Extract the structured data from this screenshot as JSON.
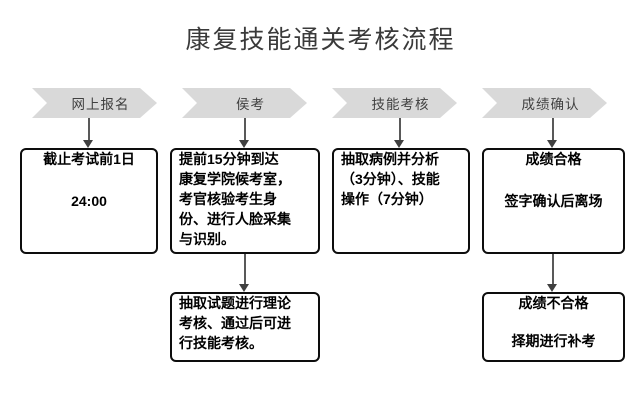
{
  "page": {
    "title": "康复技能通关考核流程",
    "background": "#ffffff"
  },
  "colors": {
    "banner_fill": "#d9d9d9",
    "banner_text": "#404040",
    "box_border": "#0d0d0d",
    "box_fill": "#ffffff",
    "box_text": "#000000",
    "arrow": "#404040",
    "title_text": "#3a3a3a"
  },
  "flow": {
    "stages": [
      {
        "id": "stage-1",
        "banner": "网上报名",
        "primary_box": {
          "lines": [
            "截止考试前1日",
            "24:00"
          ],
          "align": "center"
        },
        "secondary_box": null
      },
      {
        "id": "stage-2",
        "banner": "侯考",
        "primary_box": {
          "lines": [
            "提前15分钟到达",
            "康复学院候考室，",
            "考官核验考生身",
            "份、进行人脸采集",
            "与识别。"
          ],
          "align": "left"
        },
        "secondary_box": {
          "lines": [
            "抽取试题进行理论",
            "考核、通过后可进",
            "行技能考核。"
          ],
          "align": "left"
        }
      },
      {
        "id": "stage-3",
        "banner": "技能考核",
        "primary_box": {
          "lines": [
            "抽取病例并分析",
            "（3分钟）、技能",
            "操作（7分钟）"
          ],
          "align": "left"
        },
        "secondary_box": null
      },
      {
        "id": "stage-4",
        "banner": "成绩确认",
        "primary_box": {
          "lines": [
            "成绩合格",
            "签字确认后离场"
          ],
          "align": "center"
        },
        "secondary_box": {
          "lines": [
            "成绩不合格",
            "择期进行补考"
          ],
          "align": "center"
        }
      }
    ]
  }
}
